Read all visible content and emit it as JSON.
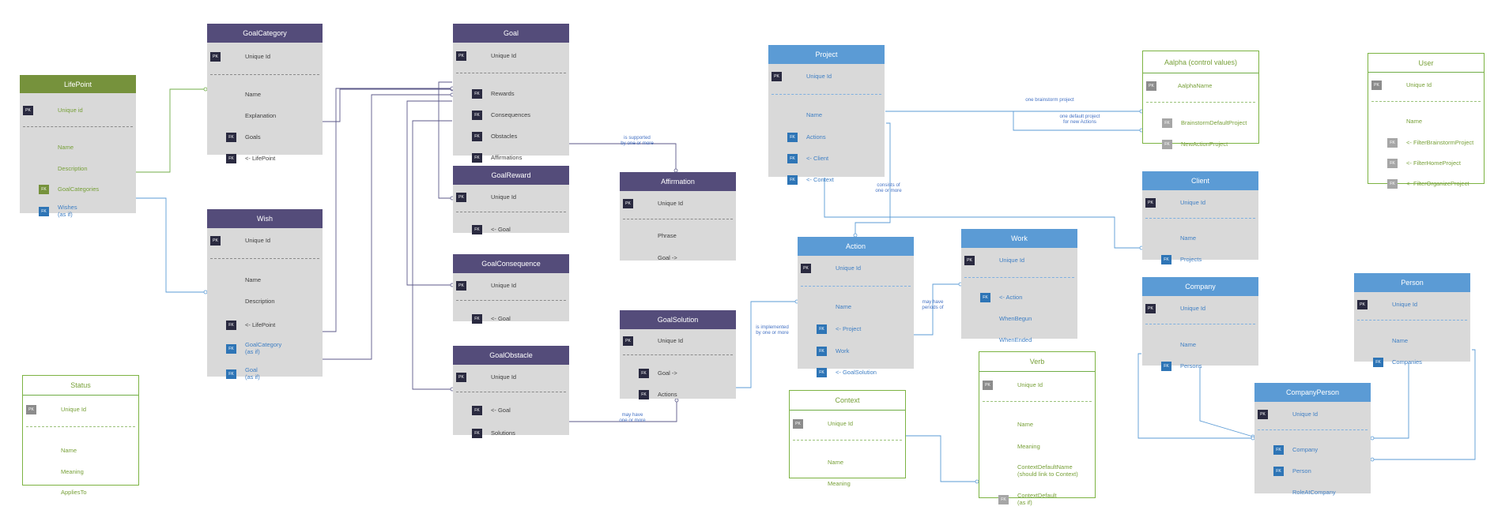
{
  "colors": {
    "purple_header": "#544c7a",
    "olive_header": "#76923c",
    "blue_header": "#5b9bd5",
    "green_text": "#77a038",
    "blue_text": "#3f7fc4",
    "dark_text": "#404040",
    "body_gray": "#d9d9d9",
    "pk_dark": "#2a2a40",
    "fk_blue": "#2e75b6",
    "tag_gray": "#8c8c8c",
    "wire_purple": "#5c5a8a",
    "wire_blue": "#5b9bd5",
    "wire_green": "#70ad47"
  },
  "entities": [
    {
      "id": "lifepoint",
      "title": "LifePoint",
      "style": "olive",
      "rows": [
        {
          "tag": "PK",
          "text": "Unique id"
        },
        {
          "sep": true
        },
        {
          "text": "Name"
        },
        {
          "text": "Description"
        },
        {
          "tag": "FK",
          "text": "GoalCategories"
        },
        {
          "tag": "FK",
          "text": "Wishes\n(as if)",
          "blue": true
        }
      ]
    },
    {
      "id": "goalcategory",
      "title": "GoalCategory",
      "style": "purple",
      "rows": [
        {
          "tag": "PK",
          "text": "Unique Id"
        },
        {
          "sep": true
        },
        {
          "text": "Name"
        },
        {
          "text": "Explanation"
        },
        {
          "tag": "FK",
          "text": "Goals"
        },
        {
          "tag": "FK",
          "text": "<- LifePoint"
        }
      ]
    },
    {
      "id": "wish",
      "title": "Wish",
      "style": "purple",
      "rows": [
        {
          "tag": "PK",
          "text": "Unique Id"
        },
        {
          "sep": true
        },
        {
          "text": "Name"
        },
        {
          "text": "Description"
        },
        {
          "tag": "FK",
          "text": "<- LifePoint"
        },
        {
          "tag": "FK",
          "text": "GoalCategory\n(as if)",
          "blue": true
        },
        {
          "tag": "FK",
          "text": "Goal\n(as if)",
          "blue": true
        }
      ]
    },
    {
      "id": "status",
      "title": "Status",
      "style": "light",
      "rows": [
        {
          "tag": "PK",
          "text": "Unique Id"
        },
        {
          "sep": true
        },
        {
          "text": "Name"
        },
        {
          "text": "Meaning"
        },
        {
          "text": "AppliesTo"
        }
      ]
    },
    {
      "id": "goal",
      "title": "Goal",
      "style": "purple",
      "rows": [
        {
          "tag": "PK",
          "text": "Unique Id"
        },
        {
          "sep": true
        },
        {
          "tag": "FK",
          "text": "Rewards"
        },
        {
          "tag": "FK",
          "text": "Consequences"
        },
        {
          "tag": "FK",
          "text": "Obstacles"
        },
        {
          "tag": "FK",
          "text": "Affirmations"
        }
      ]
    },
    {
      "id": "goalreward",
      "title": "GoalReward",
      "style": "purple",
      "rows": [
        {
          "tag": "PK",
          "text": "Unique Id"
        },
        {
          "sep": true
        },
        {
          "tag": "FK",
          "text": "<- Goal"
        }
      ]
    },
    {
      "id": "goalconsequence",
      "title": "GoalConsequence",
      "style": "purple",
      "rows": [
        {
          "tag": "PK",
          "text": "Unique Id"
        },
        {
          "sep": true
        },
        {
          "tag": "FK",
          "text": "<- Goal"
        }
      ]
    },
    {
      "id": "goalobstacle",
      "title": "GoalObstacle",
      "style": "purple",
      "rows": [
        {
          "tag": "PK",
          "text": "Unique Id"
        },
        {
          "sep": true
        },
        {
          "tag": "FK",
          "text": "<- Goal"
        },
        {
          "tag": "FK",
          "text": "Solutions"
        }
      ]
    },
    {
      "id": "affirmation",
      "title": "Affirmation",
      "style": "purple",
      "rows": [
        {
          "tag": "PK",
          "text": "Unique Id"
        },
        {
          "sep": true
        },
        {
          "text": "Phrase"
        },
        {
          "text": "Goal ->"
        }
      ]
    },
    {
      "id": "goalsolution",
      "title": "GoalSolution",
      "style": "purple",
      "rows": [
        {
          "tag": "PK",
          "text": "Unique Id"
        },
        {
          "sep": true
        },
        {
          "tag": "FK",
          "text": "Goal ->"
        },
        {
          "tag": "FK",
          "text": "Actions"
        }
      ]
    },
    {
      "id": "project",
      "title": "Project",
      "style": "blue",
      "rows": [
        {
          "tag": "PK",
          "text": "Unique Id"
        },
        {
          "sep": true
        },
        {
          "text": "Name"
        },
        {
          "tag": "FK",
          "text": "Actions"
        },
        {
          "tag": "FK",
          "text": "<- Client"
        },
        {
          "tag": "FK",
          "text": "<- Context"
        }
      ]
    },
    {
      "id": "action",
      "title": "Action",
      "style": "blue",
      "rows": [
        {
          "tag": "PK",
          "text": "Unique Id"
        },
        {
          "sep": true
        },
        {
          "text": "Name"
        },
        {
          "tag": "FK",
          "text": "<- Project"
        },
        {
          "tag": "FK",
          "text": "Work"
        },
        {
          "tag": "FK",
          "text": "<- GoalSolution"
        }
      ]
    },
    {
      "id": "work",
      "title": "Work",
      "style": "blue",
      "rows": [
        {
          "tag": "PK",
          "text": "Unique Id"
        },
        {
          "sep": true
        },
        {
          "tag": "FK",
          "text": "<- Action"
        },
        {
          "text": "WhenBegun"
        },
        {
          "text": "WhenEnded"
        }
      ]
    },
    {
      "id": "context",
      "title": "Context",
      "style": "light",
      "rows": [
        {
          "tag": "PK",
          "text": "Unique Id"
        },
        {
          "sep": true
        },
        {
          "text": "Name"
        },
        {
          "text": "Meaning"
        }
      ]
    },
    {
      "id": "verb",
      "title": "Verb",
      "style": "light",
      "rows": [
        {
          "tag": "PK",
          "text": "Unique Id"
        },
        {
          "sep": true
        },
        {
          "text": "Name"
        },
        {
          "text": "Meaning"
        },
        {
          "text": "ContextDefaultName\n(should link to Context)"
        },
        {
          "tag": "FK",
          "text": "ContextDefault\n(as if)"
        }
      ]
    },
    {
      "id": "aalpha",
      "title": "Aalpha\n(control values)",
      "style": "light",
      "rows": [
        {
          "tag": "PK",
          "text": "AalphaName"
        },
        {
          "sep": true
        },
        {
          "tag": "FK",
          "text": "BrainstormDefaultProject"
        },
        {
          "tag": "FK",
          "text": "NewActionProject"
        }
      ]
    },
    {
      "id": "user",
      "title": "User",
      "style": "light",
      "rows": [
        {
          "tag": "PK",
          "text": "Unique Id"
        },
        {
          "sep": true
        },
        {
          "text": "Name"
        },
        {
          "tag": "FK",
          "text": "<- FilterBrainstormProject"
        },
        {
          "tag": "FK",
          "text": "<- FilterHomeProject"
        },
        {
          "tag": "FK",
          "text": "<- FilterOrganizeProject"
        }
      ]
    },
    {
      "id": "client",
      "title": "Client",
      "style": "blue",
      "rows": [
        {
          "tag": "PK",
          "text": "Unique Id"
        },
        {
          "sep": true
        },
        {
          "text": "Name"
        },
        {
          "tag": "FK",
          "text": "Projects"
        }
      ]
    },
    {
      "id": "company",
      "title": "Company",
      "style": "blue",
      "rows": [
        {
          "tag": "PK",
          "text": "Unique Id"
        },
        {
          "sep": true
        },
        {
          "text": "Name"
        },
        {
          "tag": "FK",
          "text": "Persons"
        }
      ]
    },
    {
      "id": "person",
      "title": "Person",
      "style": "blue",
      "rows": [
        {
          "tag": "PK",
          "text": "Unique Id"
        },
        {
          "sep": true
        },
        {
          "text": "Name"
        },
        {
          "tag": "FK",
          "text": "Companies"
        }
      ]
    },
    {
      "id": "companyperson",
      "title": "CompanyPerson",
      "style": "blue",
      "rows": [
        {
          "tag": "PK",
          "text": "Unique Id"
        },
        {
          "sep": true
        },
        {
          "tag": "FK",
          "text": "Company"
        },
        {
          "tag": "FK",
          "text": "Person"
        },
        {
          "text": "RoleAtCompany"
        }
      ]
    }
  ],
  "notes": [
    {
      "id": "supported",
      "text": "is supported\nby one or more"
    },
    {
      "id": "implemented",
      "text": "is implemented\nby one or more"
    },
    {
      "id": "mayhave_solutions",
      "text": "may have\none or more"
    },
    {
      "id": "consists",
      "text": "consists of\none or more"
    },
    {
      "id": "periods",
      "text": "may have\nperiods of"
    },
    {
      "id": "brainstorm",
      "text": "one brainstorm project"
    },
    {
      "id": "default",
      "text": "one default project\nfor new Actions"
    }
  ]
}
